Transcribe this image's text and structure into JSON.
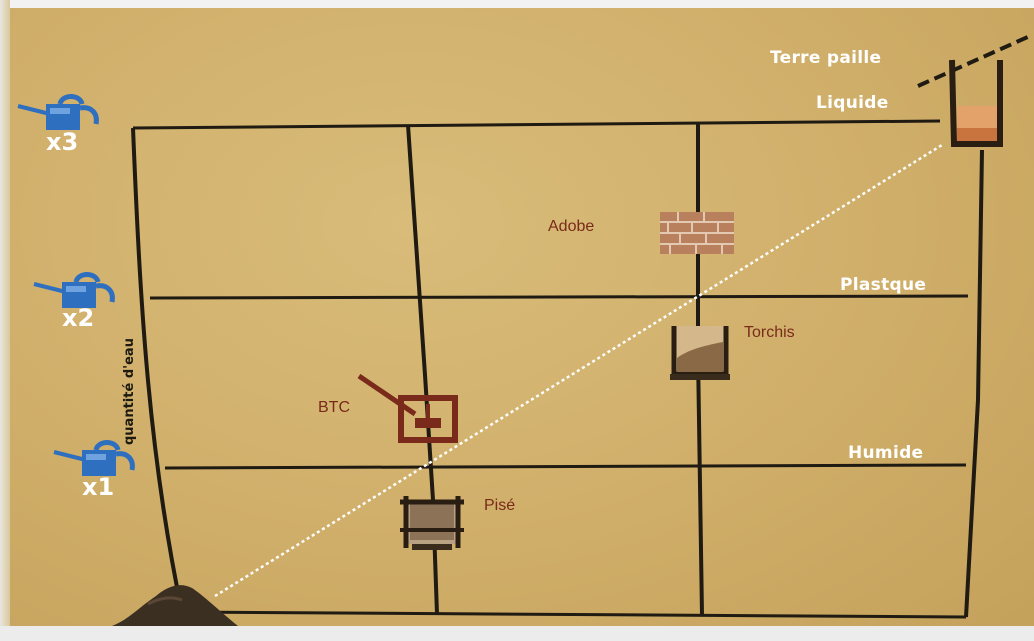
{
  "diagram": {
    "axis_label": "quantité d'eau",
    "states": {
      "liquide": "Liquide",
      "plastique": "Plastque",
      "humide": "Humide",
      "terre_paille": "Terre paille"
    },
    "techniques": {
      "adobe": "Adobe",
      "torchis": "Torchis",
      "btc": "BTC",
      "pise": "Pisé"
    },
    "water_levels": [
      "x3",
      "x2",
      "x1"
    ],
    "icons": {
      "watering_can": "watering-can-icon",
      "soil": "soil-pile-icon",
      "brick": "brick-wall-icon",
      "press": "press-machine-icon",
      "formwork": "rammed-earth-formwork-icon",
      "container": "liquid-container-icon"
    },
    "colors": {
      "background": "#d1b06c",
      "grid_line": "#1f1a12",
      "label_red": "#7a2a1a",
      "water_blue": "#2f6fc0"
    }
  }
}
